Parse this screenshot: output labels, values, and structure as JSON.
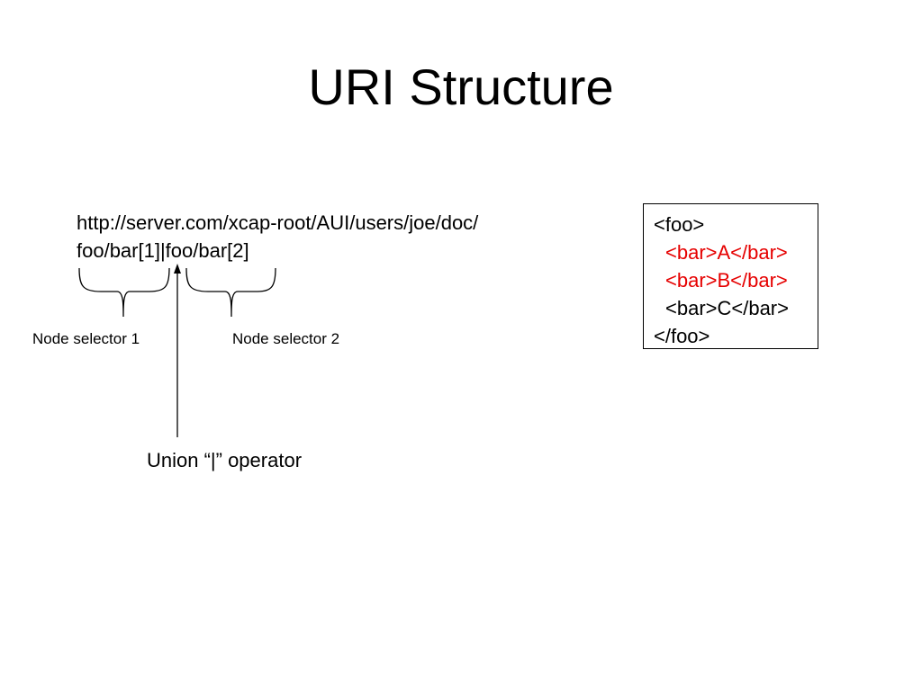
{
  "title": "URI Structure",
  "uri": {
    "line1": "http://server.com/xcap-root/AUI/users/joe/doc/",
    "line2": "foo/bar[1]|foo/bar[2]"
  },
  "labels": {
    "node_selector_1": "Node selector 1",
    "node_selector_2": "Node selector 2",
    "union_operator": "Union “|” operator"
  },
  "xml": {
    "lines": [
      {
        "text": "<foo>",
        "highlighted": false
      },
      {
        "text": "<bar>A</bar>",
        "highlighted": true
      },
      {
        "text": "<bar>B</bar>",
        "highlighted": true
      },
      {
        "text": "<bar>C</bar>",
        "highlighted": false
      },
      {
        "text": "</foo>",
        "highlighted": false
      }
    ]
  },
  "colors": {
    "highlight": "#e60000",
    "text": "#000000"
  }
}
